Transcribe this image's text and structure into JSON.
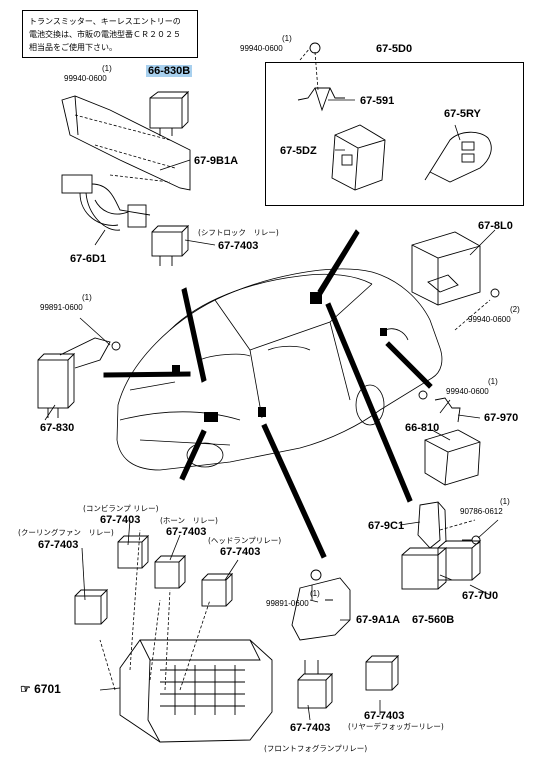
{
  "note": {
    "line1": "トランスミッター、キーレスエントリーの",
    "line2": "電池交換は、市販の電池型番ＣＲ２０２５",
    "line3": "相当品をご使用下さい。"
  },
  "labels": {
    "p66_830B": "66-830B",
    "p67_9B1A": "67-9B1A",
    "p67_6D1": "67-6D1",
    "p67_7403_shift": "67-7403",
    "shift_relay_jp": "(シフトロック　リレー)",
    "p67_5D0": "67-5D0",
    "p67_591": "67-591",
    "p67_5RY": "67-5RY",
    "p67_5DZ": "67-5DZ",
    "p67_8L0": "67-8L0",
    "p67_830": "67-830",
    "p67_970": "67-970",
    "p66_810": "66-810",
    "p67_9C1": "67-9C1",
    "p67_7U0": "67-7U0",
    "p67_560B": "67-560B",
    "p67_9A1A": "67-9A1A",
    "p67_7403_cornering": "67-7403",
    "cornering_jp": "(コンビランプ リレー)",
    "p67_7403_horn": "67-7403",
    "horn_jp": "(ホーン　リレー)",
    "p67_7403_cooling": "67-7403",
    "cooling_jp": "(クーリングファン　リレー)",
    "p67_7403_headlamp": "67-7403",
    "headlamp_jp": "(ヘッドランプリレー)",
    "p67_7403_fog": "67-7403",
    "fog_jp": "(フロントフォグランプリレー)",
    "p67_7403_defogger": "67-7403",
    "defogger_jp": "(リヤーデフォッガーリレー)",
    "ref_6701": "6701"
  },
  "fasteners": {
    "b1_qty": "(1)",
    "b1_code": "99940-0600",
    "b2_qty": "(1)",
    "b2_code": "99940-0600",
    "b3_qty": "(1)",
    "b3_code": "99891-0600",
    "b4_qty": "(2)",
    "b4_code": "99940-0600",
    "b5_qty": "(1)",
    "b5_code": "99940-0600",
    "b6_qty": "(1)",
    "b6_code": "90786-0612",
    "b7_qty": "(1)",
    "b7_code": "99891-0600"
  },
  "colors": {
    "highlight": "#a8d0ee",
    "line": "#000000"
  }
}
